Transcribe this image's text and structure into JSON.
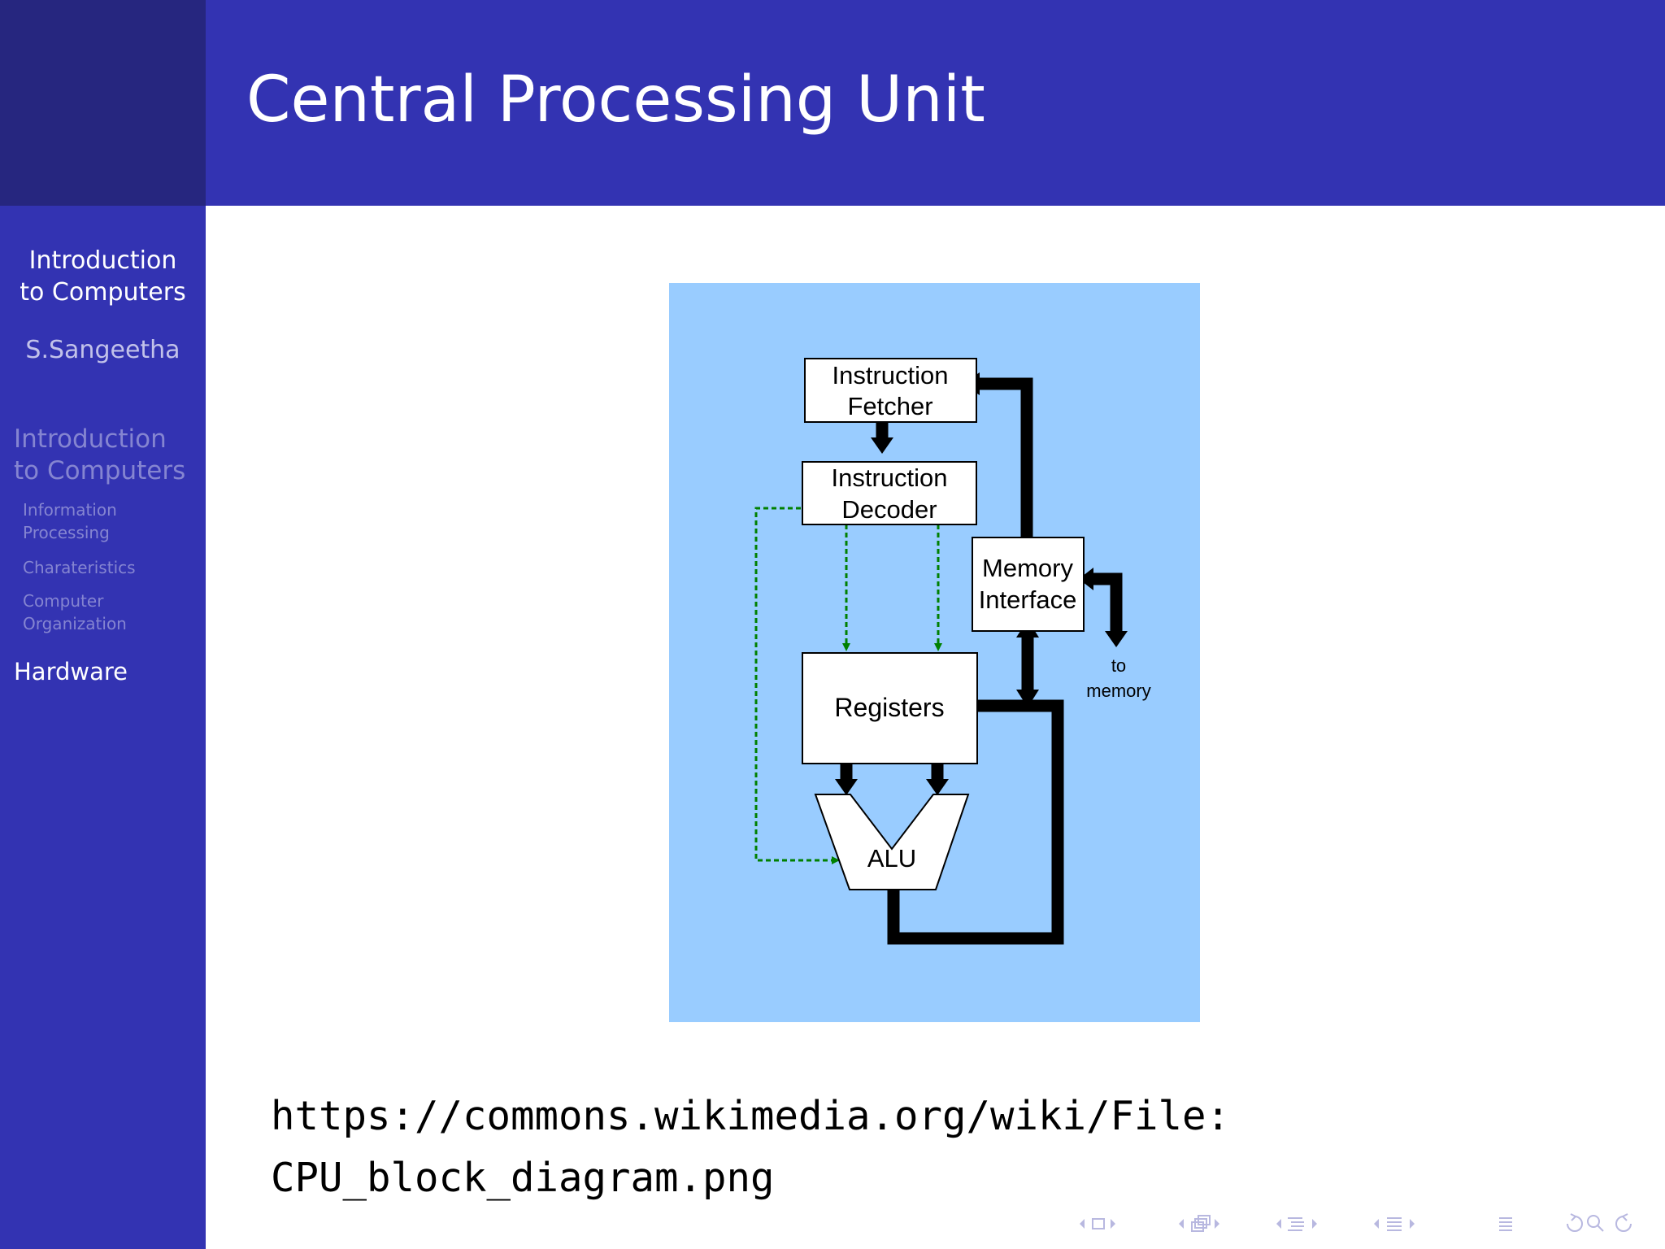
{
  "slide": {
    "title": "Central Processing Unit"
  },
  "sidebar": {
    "title_line1": "Introduction",
    "title_line2": "to Computers",
    "author": "S.Sangeetha",
    "sections": [
      {
        "label_line1": "Introduction",
        "label_line2": "to Computers",
        "active": false,
        "subsections": [
          {
            "label_line1": "Information",
            "label_line2": "Processing"
          },
          {
            "label_line1": "Charateristics",
            "label_line2": ""
          },
          {
            "label_line1": "Computer",
            "label_line2": "Organization"
          }
        ]
      },
      {
        "label_line1": "Hardware",
        "active": true
      }
    ]
  },
  "diagram": {
    "blocks": {
      "fetcher_line1": "Instruction",
      "fetcher_line2": "Fetcher",
      "decoder_line1": "Instruction",
      "decoder_line2": "Decoder",
      "memory_line1": "Memory",
      "memory_line2": "Interface",
      "registers": "Registers",
      "alu": "ALU",
      "to_memory_line1": "to",
      "to_memory_line2": "memory"
    },
    "colors": {
      "background": "#99ccff",
      "control_lines": "#008000",
      "data_lines": "#000000"
    }
  },
  "source": {
    "url_line1": "https://commons.wikimedia.org/wiki/File:",
    "url_line2": "CPU_block_diagram.png"
  },
  "navigation": {
    "icons": [
      "nav-prev-frame-icon",
      "nav-frame-icon",
      "nav-next-frame-icon",
      "nav-prev-slide-icon",
      "nav-slide-icon",
      "nav-next-slide-icon",
      "nav-prev-subsection-icon",
      "nav-subsection-icon",
      "nav-next-subsection-icon",
      "nav-prev-section-icon",
      "nav-section-icon",
      "nav-next-section-icon",
      "nav-document-icon",
      "nav-back-icon",
      "nav-search-icon",
      "nav-forward-icon"
    ]
  }
}
